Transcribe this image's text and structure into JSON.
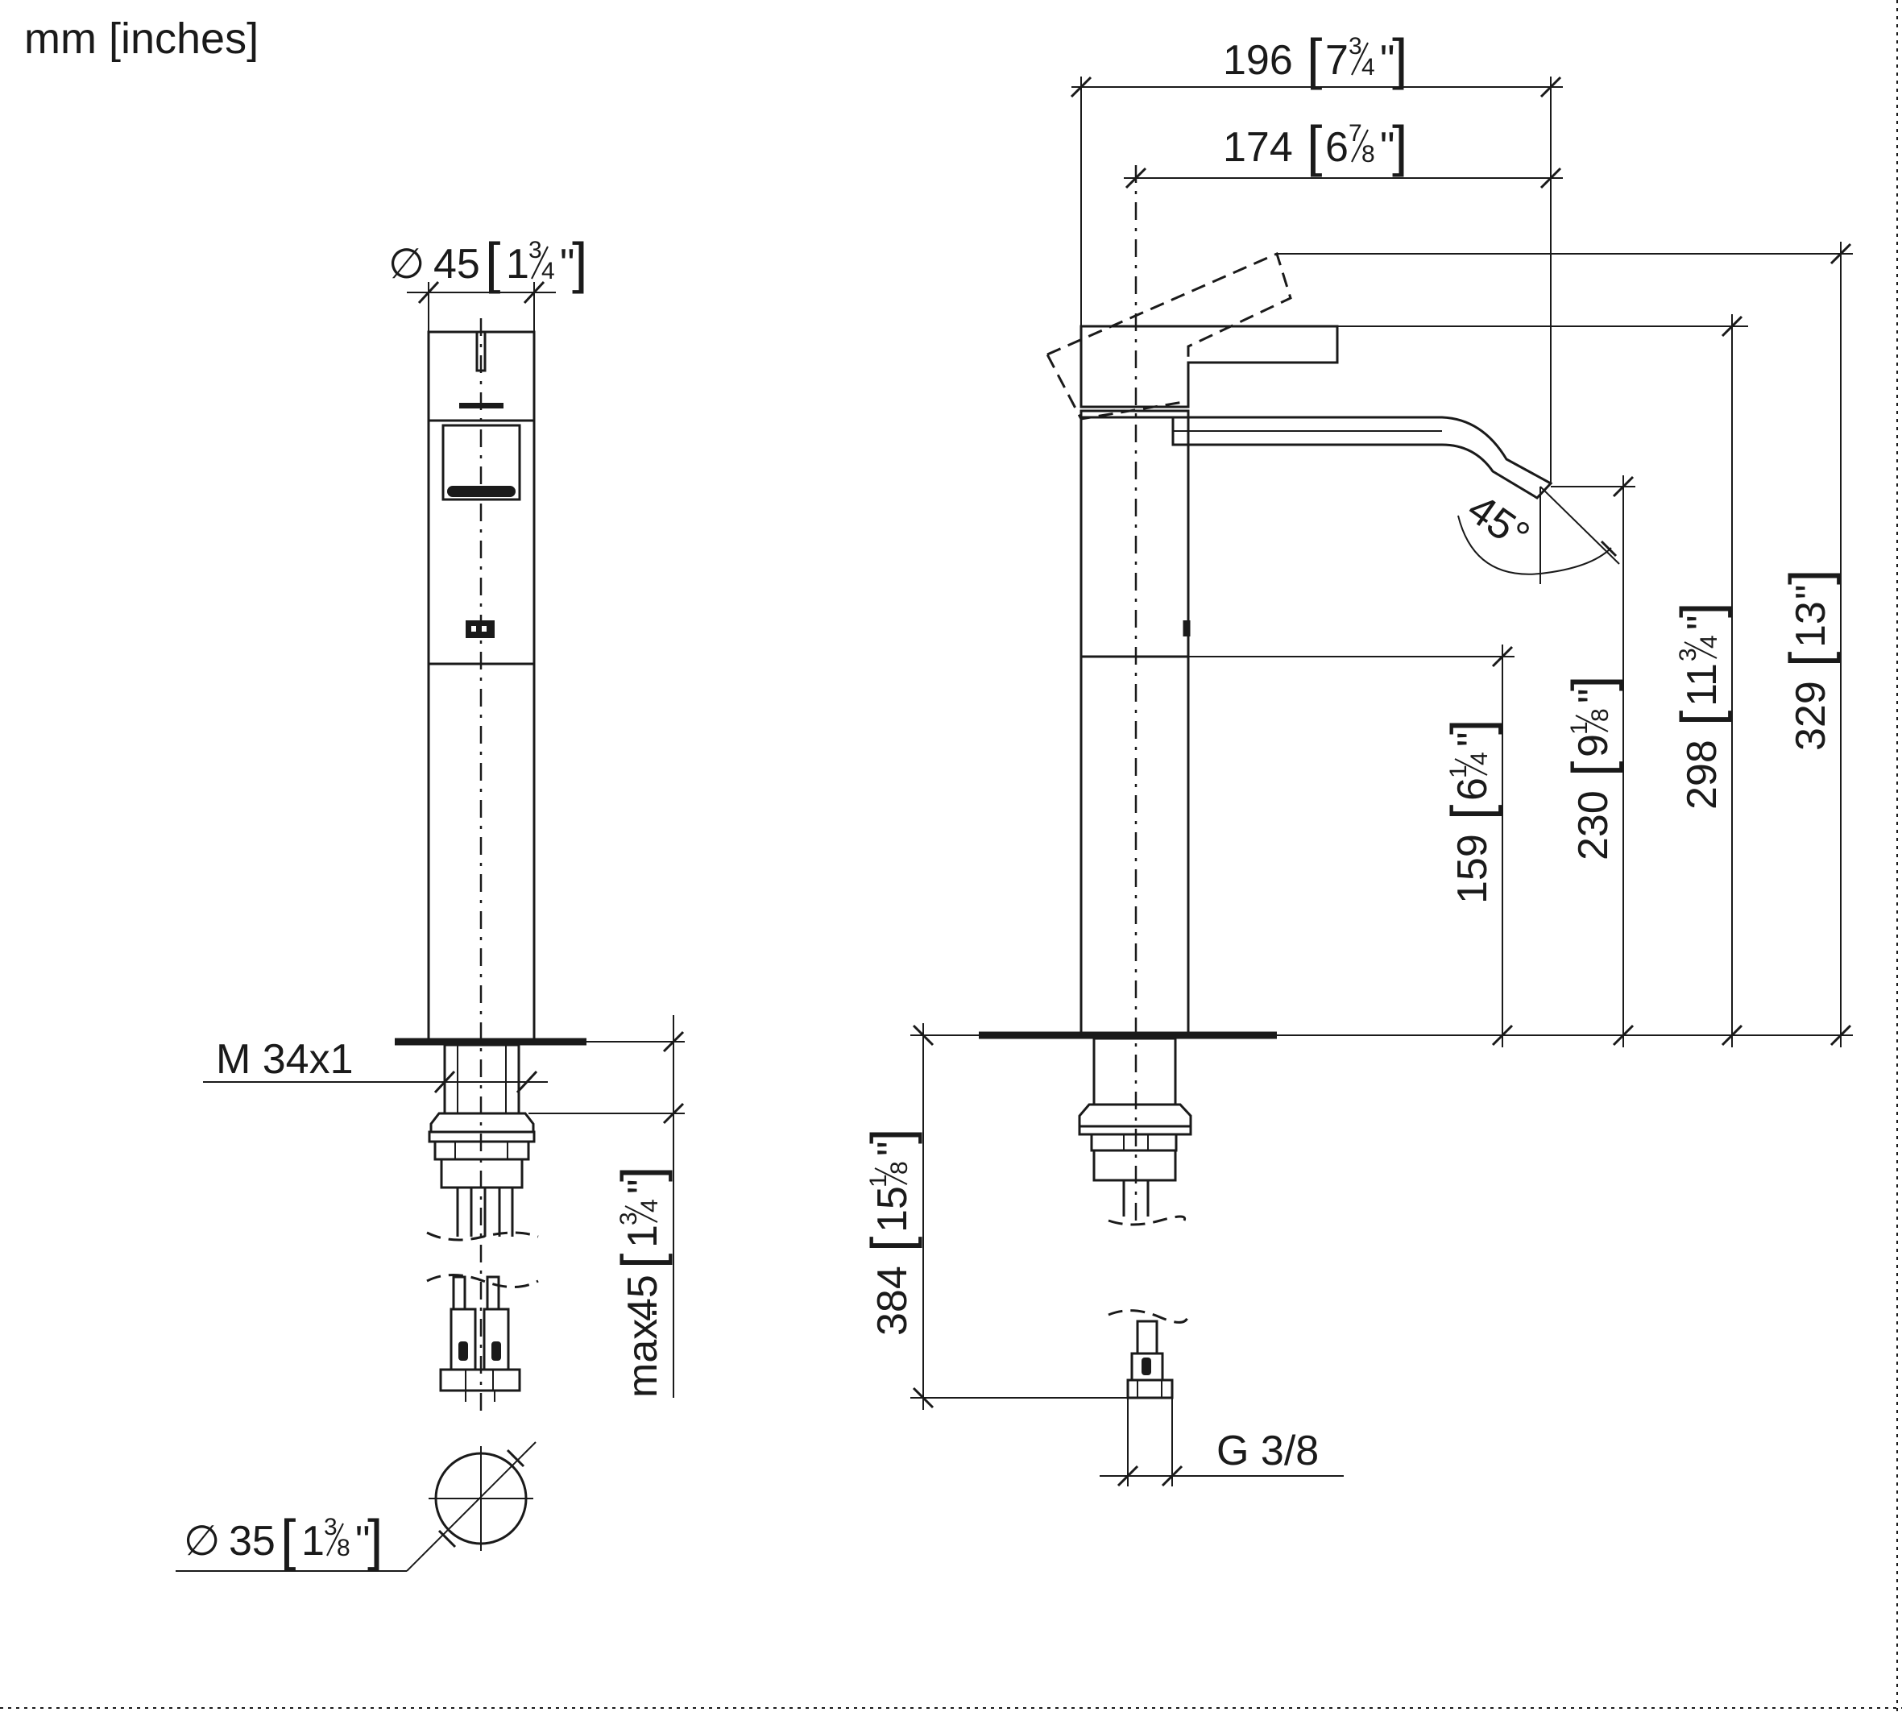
{
  "units_label": "mm [inches]",
  "colors": {
    "ink": "#1a1a1a",
    "background": "#ffffff"
  },
  "side_view": {
    "diameter_top": {
      "symbol": "∅",
      "mm": "45",
      "whole": "1",
      "num": "3",
      "den": "4"
    },
    "thread": "M 34x1",
    "max_depth": {
      "prefix": "max.",
      "mm": "45",
      "whole": "1",
      "num": "3",
      "den": "4"
    },
    "hole_diameter": {
      "symbol": "∅",
      "mm": "35",
      "whole": "1",
      "num": "3",
      "den": "8"
    }
  },
  "front_view": {
    "width_overall": {
      "mm": "196",
      "whole": "7",
      "num": "3",
      "den": "4"
    },
    "reach": {
      "mm": "174",
      "whole": "6",
      "num": "7",
      "den": "8"
    },
    "angle": "45°",
    "height_body": {
      "mm": "159",
      "whole": "6",
      "num": "1",
      "den": "4"
    },
    "height_spout": {
      "mm": "230",
      "whole": "9",
      "num": "1",
      "den": "8"
    },
    "height_lever": {
      "mm": "298",
      "whole": "11",
      "num": "3",
      "den": "4"
    },
    "height_lever_open": {
      "mm": "329",
      "inches": "13"
    },
    "below_deck": {
      "mm": "384",
      "whole": "15",
      "num": "1",
      "den": "8"
    },
    "connection": "G 3/8"
  }
}
